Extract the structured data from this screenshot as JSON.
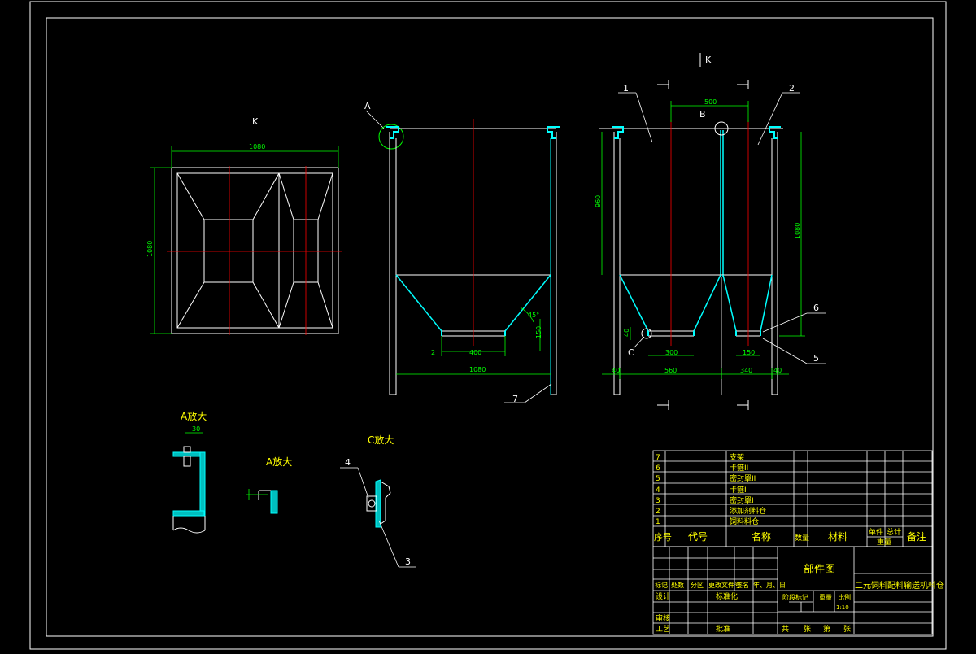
{
  "colors": {
    "frame": "#ffffff",
    "cyan": "#00ffff",
    "center": "#ff0000",
    "dim": "#00ff00",
    "text": "#ffff00",
    "hatch": "#00bfbf"
  },
  "views": {
    "top_view_title": "K",
    "view_arrow": "K",
    "detail_a1_title": "A放大",
    "detail_a2_title": "A放大",
    "detail_c_title": "C放大",
    "marker_a": "A",
    "marker_b": "B",
    "marker_c": "C"
  },
  "dims": {
    "top_width": "1080",
    "top_height": "1080",
    "front_width": "1080",
    "front_outlet": "400",
    "front_outlet_h": "150",
    "front_angle": "45°",
    "front_small": "2",
    "side_total_h": "1080",
    "side_upper_h": "960",
    "side_center": "500",
    "side_left_bot": "560",
    "side_right_bot": "340",
    "side_left_out": "300",
    "side_right_out": "150",
    "side_edge_left": "40",
    "side_edge_right": "40",
    "side_c": "40",
    "detail_a_w": "30"
  },
  "callouts": [
    "1",
    "2",
    "3",
    "4",
    "5",
    "6",
    "7"
  ],
  "title_block": {
    "parts": [
      {
        "no": "7",
        "code": "",
        "name": "支架",
        "qty": "",
        "material": ""
      },
      {
        "no": "6",
        "code": "",
        "name": "卡箍II",
        "qty": "",
        "material": ""
      },
      {
        "no": "5",
        "code": "",
        "name": "密封罩II",
        "qty": "",
        "material": ""
      },
      {
        "no": "4",
        "code": "",
        "name": "卡箍I",
        "qty": "",
        "material": ""
      },
      {
        "no": "3",
        "code": "",
        "name": "密封罩I",
        "qty": "",
        "material": ""
      },
      {
        "no": "2",
        "code": "",
        "name": "添加剂料仓",
        "qty": "",
        "material": ""
      },
      {
        "no": "1",
        "code": "",
        "name": "饲料料仓",
        "qty": "",
        "material": ""
      }
    ],
    "headers": {
      "no": "序号",
      "code": "代号",
      "name": "名称",
      "qty": "数量",
      "material": "材料",
      "single": "单件",
      "total": "总计",
      "weight": "重量",
      "remark": "备注"
    },
    "drawing_type": "部件图",
    "product_name": "二元饲料配料输送机料仓",
    "rev_headers": [
      "标记",
      "处数",
      "分区",
      "更改文件号",
      "签名",
      "年、月、日"
    ],
    "rows": {
      "design": "设计",
      "std": "标准化",
      "review": "审核",
      "process": "工艺",
      "approve": "批准"
    },
    "stage_mark": "阶段标记",
    "weight": "重量",
    "scale": "比例",
    "scale_value": "1:10",
    "sheet": {
      "total": "共",
      "sheet": "张",
      "no": "第",
      "sheet2": "张"
    }
  }
}
